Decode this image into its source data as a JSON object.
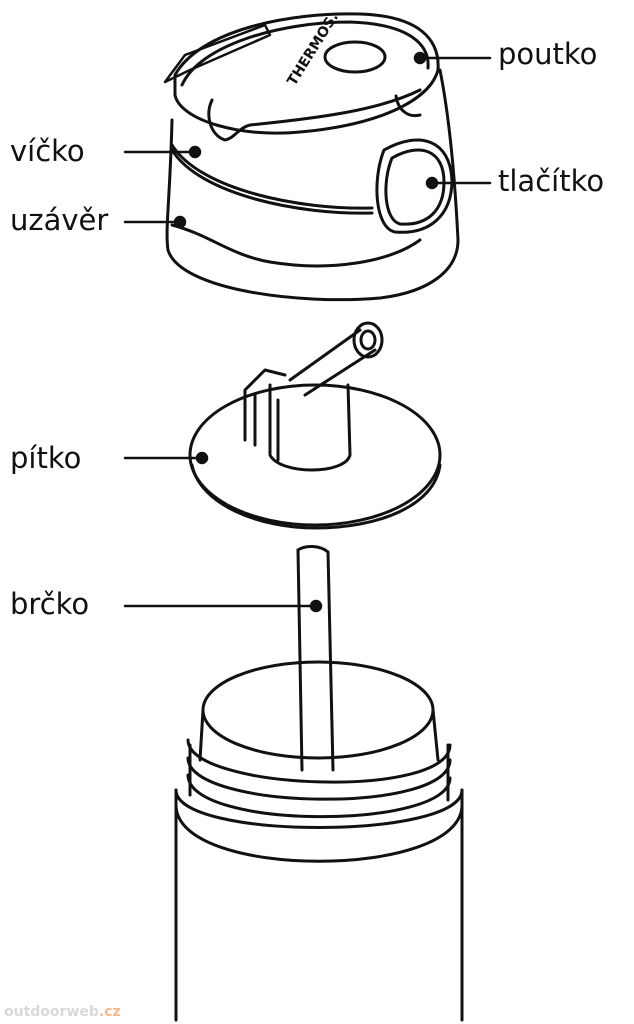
{
  "labels": {
    "strap": "poutko",
    "lid": "víčko",
    "button": "tlačítko",
    "closure": "uzávěr",
    "spout": "pítko",
    "straw": "brčko"
  },
  "brand_mark": "THERMOS.",
  "watermark": {
    "name": "outdoorweb",
    "tld": ".cz"
  },
  "colors": {
    "line": "#111111",
    "watermark_gray": "#d8d8d8",
    "watermark_orange": "#f2b98a"
  }
}
